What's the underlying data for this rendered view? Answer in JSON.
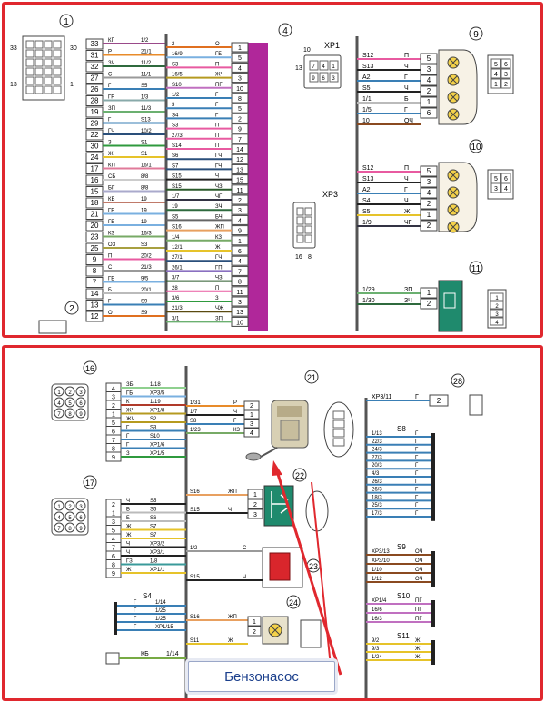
{
  "top": {
    "component_numbers": [
      "1",
      "4",
      "9",
      "10",
      "11",
      "2"
    ],
    "block1": {
      "pins_left": [
        "33",
        "31",
        "32",
        "27",
        "26",
        "28",
        "19",
        "29",
        "22",
        "30",
        "24",
        "17",
        "16",
        "15",
        "18",
        "21",
        "20",
        "23",
        "25",
        "9",
        "8",
        "7",
        "14",
        "13",
        "12"
      ],
      "wire_codes": [
        "КГ",
        "Р",
        "ЗЧ",
        "С",
        "Г",
        "ГР",
        "ЗП",
        "Г",
        "ГЧ",
        "З",
        "Ж",
        "КП",
        "СБ",
        "БГ",
        "КБ",
        "ГБ",
        "ГБ",
        "КЗ",
        "ОЗ",
        "П",
        "С",
        "ГБ",
        "Б",
        "Г",
        "О"
      ],
      "destinations": [
        "1/2",
        "21/1",
        "11/2",
        "11/1",
        "S5",
        "1/3",
        "11/3",
        "S13",
        "10/2",
        "S1",
        "S1",
        "16/1",
        "8/8",
        "8/8",
        "19",
        "19",
        "19",
        "16/3",
        "S3",
        "20/2",
        "21/3",
        "9/5",
        "20/1",
        "S9",
        "S9"
      ]
    },
    "block4": {
      "pins": [
        "1",
        "5",
        "4",
        "3",
        "10",
        "8",
        "5",
        "2",
        "9",
        "7",
        "14",
        "12",
        "13",
        "15",
        "11",
        "2",
        "3",
        "4",
        "9",
        "1",
        "6",
        "4",
        "7",
        "8",
        "11",
        "3",
        "13",
        "10"
      ],
      "sources": [
        "2",
        "16/9",
        "S3",
        "16/5",
        "S10",
        "1/2",
        "3",
        "S4",
        "S3",
        "27/3",
        "S14",
        "S6",
        "S7",
        "S15",
        "S15",
        "1/7",
        "19",
        "S5",
        "S16",
        "1/4",
        "12/1",
        "27/1",
        "26/1",
        "3/7",
        "28",
        "3/6",
        "21/3",
        "3/1"
      ],
      "colors": [
        "О",
        "ГБ",
        "П",
        "ЖЧ",
        "ПГ",
        "Г",
        "Г",
        "Г",
        "П",
        "П",
        "П",
        "ГЧ",
        "ГЧ",
        "Ч",
        "ЧЗ",
        "ЧГ",
        "ЗЧ",
        "БЧ",
        "ЖП",
        "КЗ",
        "Ж",
        "ГЧ",
        "ГП",
        "ЧЗ",
        "П",
        "З",
        "ЧЖ",
        "ЗП"
      ]
    },
    "connector_xp1": {
      "label": "XP1",
      "pins": [
        "10",
        "13",
        "7",
        "4",
        "1",
        "9",
        "6",
        "3"
      ]
    },
    "connector_xp3": {
      "label": "XP3",
      "pins": [
        "16",
        "8"
      ]
    },
    "block9": {
      "sources": [
        "S12",
        "S13",
        "А2",
        "S5",
        "1/1",
        "1/5",
        "10"
      ],
      "colors": [
        "П",
        "Ч",
        "Г",
        "Ч",
        "Б",
        "Г",
        "ОЧ"
      ],
      "pins": [
        "5",
        "3",
        "4",
        "2",
        "1",
        "6"
      ],
      "connector_pins": [
        "5",
        "6",
        "4",
        "3",
        "1",
        "2"
      ]
    },
    "block10": {
      "sources": [
        "S12",
        "S13",
        "А2",
        "S4",
        "S5",
        "1/9"
      ],
      "colors": [
        "П",
        "Ч",
        "Г",
        "Ч",
        "Ж",
        "ЧГ"
      ],
      "pins": [
        "5",
        "3",
        "4",
        "2",
        "1",
        "2"
      ],
      "connector_pins": [
        "5",
        "6",
        "3",
        "4",
        "1",
        "2"
      ]
    },
    "block11": {
      "sources": [
        "1/29",
        "1/30"
      ],
      "colors": [
        "ЗП",
        "ЗЧ"
      ],
      "pins": [
        "1",
        "2"
      ],
      "connector_pins": [
        "1",
        "2",
        "3",
        "4"
      ]
    }
  },
  "bottom": {
    "component_numbers": [
      "16",
      "21",
      "28",
      "17",
      "22",
      "23",
      "24"
    ],
    "block16": {
      "pins": [
        "4",
        "3",
        "2",
        "1",
        "5",
        "6",
        "7",
        "8",
        "9"
      ],
      "colors": [
        "ЗБ",
        "ГБ",
        "К",
        "ЖЧ",
        "ЖЧ",
        "Г",
        "Г",
        "Г",
        "З"
      ],
      "destinations": [
        "1/18",
        "XP3/5",
        "1/19",
        "XP1/8",
        "S2",
        "S3",
        "S10",
        "XP1/6",
        "XP1/5"
      ]
    },
    "block21": {
      "sources": [
        "1/31",
        "1/7",
        "S8",
        "1/23"
      ],
      "colors": [
        "Р",
        "Ч",
        "Г",
        "КЗ"
      ],
      "pins": [
        "2",
        "1",
        "3",
        "4"
      ]
    },
    "block28": {
      "source": "XP3/11",
      "pin": "2",
      "color": "Г"
    },
    "block17": {
      "pins": [
        "2",
        "1",
        "3",
        "5",
        "4",
        "7",
        "6",
        "8",
        "9"
      ],
      "colors": [
        "Ч",
        "Б",
        "Б",
        "Ж",
        "Ж",
        "Ч",
        "Ч",
        "ГЗ",
        "Ж"
      ],
      "destinations": [
        "S5",
        "S6",
        "S6",
        "S7",
        "S7",
        "XP3/2",
        "XP3/1",
        "1/8",
        "XP1/1"
      ]
    },
    "block22": {
      "sources": [
        "S16",
        "S15"
      ],
      "colors": [
        "ЖП",
        "Ч"
      ],
      "pins": [
        "1",
        "2",
        "3"
      ]
    },
    "block23": {
      "sources": [
        "1/2",
        "S15"
      ],
      "colors": [
        "С",
        "Ч"
      ]
    },
    "block24": {
      "sources": [
        "S16",
        "S11"
      ],
      "colors": [
        "ЖП",
        "Ж"
      ],
      "pins": [
        "1",
        "2"
      ]
    },
    "s4": {
      "label": "S4",
      "sources": [
        "1/14",
        "1/25",
        "1/25",
        "XP1/15"
      ],
      "colors": [
        "Г",
        "Г",
        "Г",
        "Г"
      ]
    },
    "s8": {
      "label": "S8",
      "entries": [
        "1/13",
        "22/3",
        "24/3",
        "27/3",
        "20/3",
        "4/3",
        "26/3",
        "26/3",
        "18/3",
        "25/3",
        "17/3"
      ],
      "colors": [
        "Г",
        "Г",
        "Г",
        "Г",
        "Г",
        "Г",
        "Г",
        "Г",
        "Г",
        "Г",
        "Г"
      ]
    },
    "s9": {
      "label": "S9",
      "entries": [
        "XP3/13",
        "XP3/10",
        "1/10",
        "1/12"
      ],
      "colors": [
        "ОЧ",
        "ОЧ",
        "ОЧ",
        "ОЧ"
      ]
    },
    "s10": {
      "label": "S10",
      "entries": [
        "XP1/4",
        "16/6",
        "16/3"
      ],
      "colors": [
        "ПГ",
        "ПГ",
        "ПГ"
      ]
    },
    "s11": {
      "label": "S11",
      "entries": [
        "9/2",
        "9/3",
        "1/24"
      ],
      "colors": [
        "Ж",
        "Ж",
        "Ж"
      ]
    },
    "partial_block": {
      "source": "1/14",
      "color": "КБ"
    },
    "caption": "Бензонасос"
  },
  "colors": {
    "frame": "#e0282e",
    "arrow": "#e0282e",
    "magenta": "#b0279a",
    "teal": "#1f8a6d",
    "caption_text": "#1b3f8c"
  }
}
